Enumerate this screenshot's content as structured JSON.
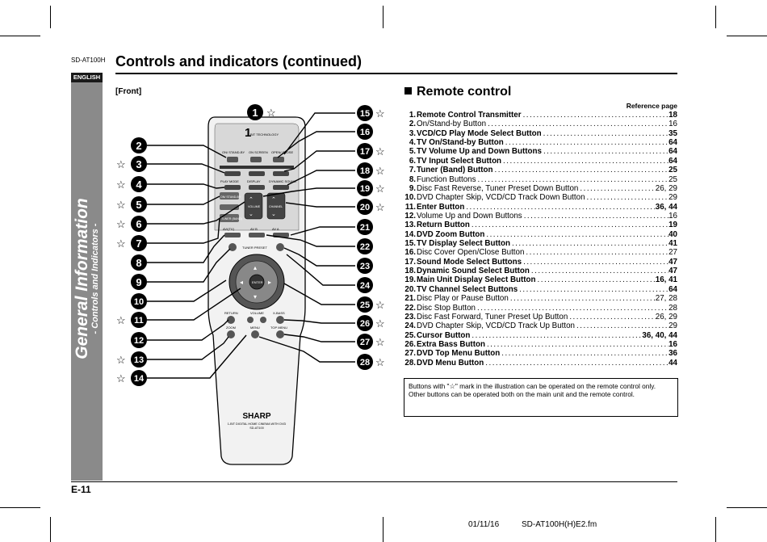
{
  "model": "SD-AT100H",
  "title": "Controls and indicators (continued)",
  "language": "ENGLISH",
  "sidebar": {
    "main": "General Information",
    "sub": "- Controls and Indicators -"
  },
  "front_label": "[Front]",
  "remote_section": {
    "title": "Remote control",
    "reference_header": "Reference page",
    "items": [
      {
        "num": "1.",
        "label": "Remote Control Transmitter",
        "page": "18",
        "bold": true
      },
      {
        "num": "2.",
        "label": "On/Stand-by Button",
        "page": "16",
        "bold": false
      },
      {
        "num": "3.",
        "label": "VCD/CD Play Mode Select Button",
        "page": "35",
        "bold": true
      },
      {
        "num": "4.",
        "label": "TV On/Stand-by Button",
        "page": "64",
        "bold": true
      },
      {
        "num": "5.",
        "label": "TV Volume Up and Down Buttons",
        "page": "64",
        "bold": true
      },
      {
        "num": "6.",
        "label": "TV Input Select Button",
        "page": "64",
        "bold": true
      },
      {
        "num": "7.",
        "label": "Tuner (Band) Button",
        "page": "25",
        "bold": true
      },
      {
        "num": "8.",
        "label": "Function Buttons",
        "page": "25",
        "bold": false
      },
      {
        "num": "9.",
        "label": "Disc Fast Reverse, Tuner Preset Down Button",
        "page": "26, 29",
        "bold": false
      },
      {
        "num": "10.",
        "label": "DVD Chapter Skip, VCD/CD Track Down Button",
        "page": "29",
        "bold": false
      },
      {
        "num": "11.",
        "label": "Enter Button",
        "page": "36, 44",
        "bold": true
      },
      {
        "num": "12.",
        "label": "Volume Up and Down Buttons",
        "page": "16",
        "bold": false
      },
      {
        "num": "13.",
        "label": "Return Button",
        "page": "19",
        "bold": true
      },
      {
        "num": "14.",
        "label": "DVD Zoom Button",
        "page": "40",
        "bold": true
      },
      {
        "num": "15.",
        "label": "TV Display Select Button",
        "page": "41",
        "bold": true
      },
      {
        "num": "16.",
        "label": "Disc Cover Open/Close Button",
        "page": "27",
        "bold": false
      },
      {
        "num": "17.",
        "label": "Sound Mode Select Buttons",
        "page": "47",
        "bold": true
      },
      {
        "num": "18.",
        "label": "Dynamic Sound Select Button",
        "page": "47",
        "bold": true
      },
      {
        "num": "19.",
        "label": "Main Unit Display Select Button",
        "page": "16, 41",
        "bold": true
      },
      {
        "num": "20.",
        "label": "TV Channel Select Buttons",
        "page": "64",
        "bold": true
      },
      {
        "num": "21.",
        "label": "Disc Play or Pause Button",
        "page": "27, 28",
        "bold": false
      },
      {
        "num": "22.",
        "label": "Disc Stop Button",
        "page": "28",
        "bold": false
      },
      {
        "num": "23.",
        "label": "Disc Fast Forward, Tuner Preset Up Button",
        "page": "26, 29",
        "bold": false
      },
      {
        "num": "24.",
        "label": "DVD Chapter Skip, VCD/CD Track Up Button",
        "page": "29",
        "bold": false
      },
      {
        "num": "25.",
        "label": "Cursor Button",
        "page": "36, 40, 44",
        "bold": true
      },
      {
        "num": "26.",
        "label": "Extra Bass Button",
        "page": "16",
        "bold": true
      },
      {
        "num": "27.",
        "label": "DVD Top Menu Button",
        "page": "36",
        "bold": true
      },
      {
        "num": "28.",
        "label": "DVD Menu Button",
        "page": "44",
        "bold": true
      }
    ],
    "note_line1": "Buttons with \"☆\" mark in the illustration can be operated on the remote control only.",
    "note_line2": "Other buttons can be operated both on the main unit and the remote control."
  },
  "remote_labels": {
    "bit_technology": "BIT TECHNOLOGY",
    "on_standby": "ON/ STAND-BY",
    "on_screen": "ON SCREEN",
    "open_close": "OPEN/ CLOSE",
    "surround": "SURROUND MODE",
    "play_mode": "PLAY MODE",
    "display": "DISPLAY",
    "dynamic_sound": "DYNAMIC SOUND",
    "tv_standby": "ON/ STAND-BY",
    "tv": "TV",
    "volume": "VOLUME",
    "channel": "CHANNEL",
    "tuner": "TUNER (BAND)",
    "av_tv": "AV/(TV)",
    "av_b": "AV B",
    "av_a": "AV A",
    "tuner_preset": "TUNER PRESET",
    "enter": "ENTER",
    "return": "RETURN",
    "x_bass": "X-BASS",
    "zoom": "ZOOM",
    "menu": "MENU",
    "top_menu": "TOP MENU",
    "brand": "SHARP",
    "caption1": "1-BIT DIGITAL HOME CINEMA WITH DVD",
    "caption2": "SD-AT100"
  },
  "callouts": [
    "1",
    "2",
    "3",
    "4",
    "5",
    "6",
    "7",
    "8",
    "9",
    "10",
    "11",
    "12",
    "13",
    "14",
    "15",
    "16",
    "17",
    "18",
    "19",
    "20",
    "21",
    "22",
    "23",
    "24",
    "25",
    "26",
    "27",
    "28"
  ],
  "page_number": "E-11",
  "footer_date": "01/11/16",
  "footer_file": "SD-AT100H(H)E2.fm",
  "colors": {
    "sidebar": "#8a8a8a",
    "language_tab": "#1a1a1a",
    "remote_body": "#f2f2f2"
  }
}
